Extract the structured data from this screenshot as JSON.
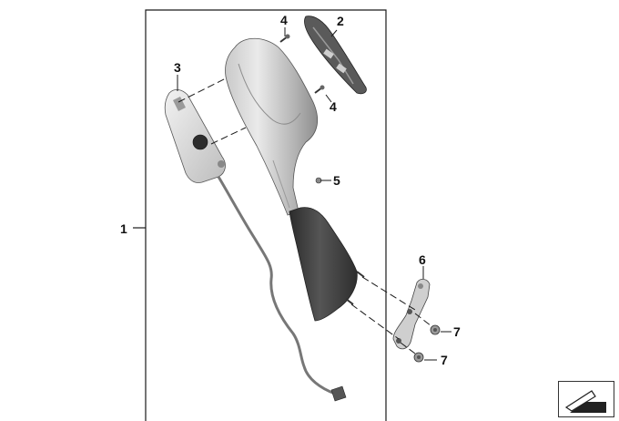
{
  "callouts": {
    "c1": "1",
    "c2": "2",
    "c3": "3",
    "c4a": "4",
    "c4b": "4",
    "c5": "5",
    "c6": "6",
    "c7a": "7",
    "c7b": "7"
  },
  "colors": {
    "line": "#1a1a1a",
    "housing_light": "#d9d9d9",
    "housing_mid": "#a8a8a8",
    "base_dark": "#3c3c3c"
  },
  "icons": {
    "navigation": "arrow-next-page-icon"
  }
}
